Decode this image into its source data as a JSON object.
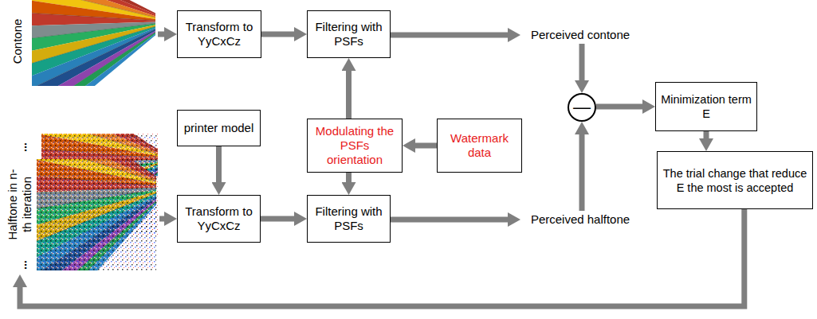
{
  "diagram": {
    "nodes": [
      {
        "text": [
          "Contone"
        ]
      },
      {
        "text": [
          "Transform to YyCxCz"
        ]
      },
      {
        "text": [
          "Filtering with PSFs"
        ]
      },
      {
        "text": [
          "Perceived contone"
        ]
      },
      {
        "text": [
          "Halftone in n-th iteration"
        ]
      },
      {
        "text": [
          "printer model"
        ]
      },
      {
        "text": [
          "Modulating the PSFs orientation"
        ]
      },
      {
        "text": [
          "Watermark data"
        ]
      },
      {
        "text": [
          "Transform to YyCxCz"
        ]
      },
      {
        "text": [
          "Filtering with PSFs"
        ]
      },
      {
        "text": [
          "Perceived halftone"
        ]
      },
      {
        "text": [
          "—"
        ]
      },
      {
        "text": [
          "Minimization term E"
        ]
      },
      {
        "text": [
          "The trial change that reduce E the most is accepted"
        ]
      }
    ],
    "edges": [
      {
        "from": 0,
        "to": 1,
        "arrow": "to"
      },
      {
        "from": 1,
        "to": 2,
        "arrow": "to"
      },
      {
        "from": 2,
        "to": 3,
        "arrow": "to"
      },
      {
        "from": 3,
        "to": 11,
        "arrow": "to"
      },
      {
        "from": 6,
        "to": 2,
        "arrow": "to"
      },
      {
        "from": 7,
        "to": 6,
        "arrow": "to"
      },
      {
        "from": 6,
        "to": 9,
        "arrow": "to"
      },
      {
        "from": 5,
        "to": 8,
        "arrow": "to"
      },
      {
        "from": 4,
        "to": 8,
        "arrow": "to"
      },
      {
        "from": 8,
        "to": 9,
        "arrow": "to"
      },
      {
        "from": 9,
        "to": 10,
        "arrow": "to"
      },
      {
        "from": 10,
        "to": 11,
        "arrow": "to"
      },
      {
        "from": 11,
        "to": 12,
        "arrow": "to"
      },
      {
        "from": 12,
        "to": 13,
        "arrow": "to"
      },
      {
        "from": 13,
        "to": 4,
        "arrow": "to"
      }
    ],
    "labels": [
      "...",
      "..."
    ]
  }
}
